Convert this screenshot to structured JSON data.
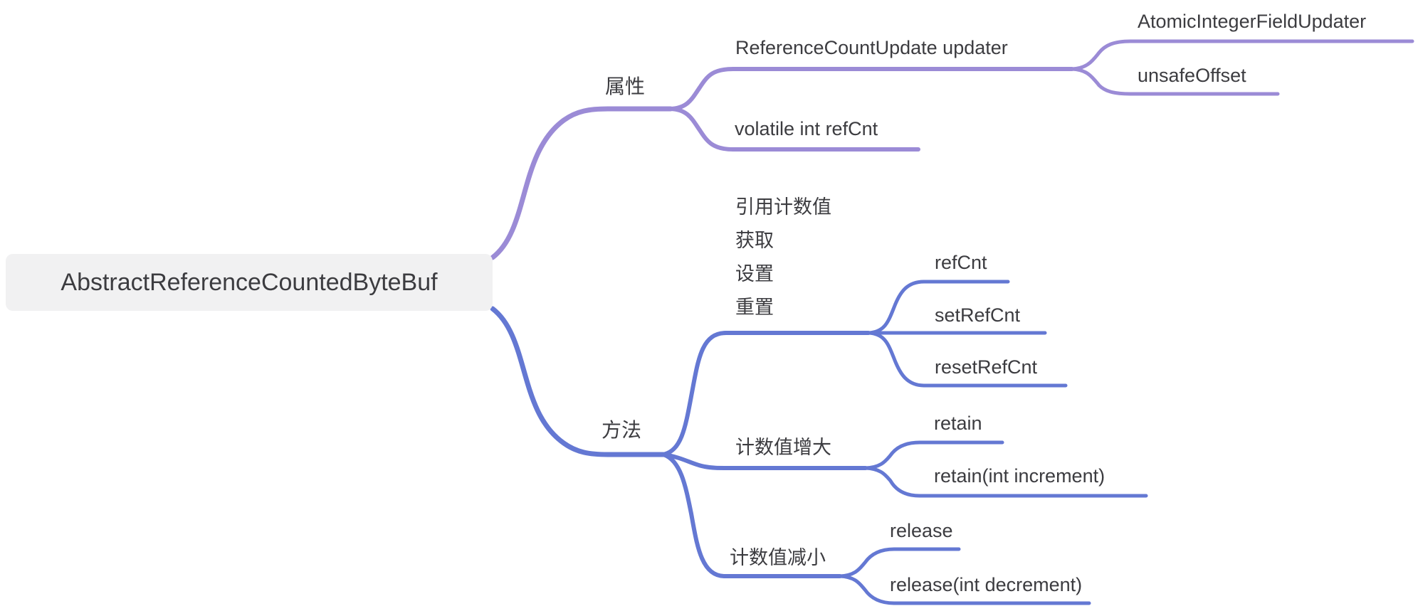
{
  "colors": {
    "branch-purple": "#9b8bd6",
    "branch-blue": "#6478d3",
    "text-color": "#3c3c40",
    "root-bg": "#f1f1f2"
  },
  "root": {
    "label": "AbstractReferenceCountedByteBuf"
  },
  "branches": [
    {
      "id": "properties",
      "label": "属性",
      "children": [
        {
          "label": "ReferenceCountUpdate updater",
          "children": [
            {
              "label": "AtomicIntegerFieldUpdater"
            },
            {
              "label": "unsafeOffset"
            }
          ]
        },
        {
          "label": "volatile int refCnt"
        }
      ]
    },
    {
      "id": "methods",
      "label": "方法",
      "children": [
        {
          "label_lines": [
            "引用计数值",
            "获取",
            "设置",
            "重置"
          ],
          "children": [
            {
              "label": "refCnt"
            },
            {
              "label": "setRefCnt"
            },
            {
              "label": "resetRefCnt"
            }
          ]
        },
        {
          "label": "计数值增大",
          "children": [
            {
              "label": "retain"
            },
            {
              "label": "retain(int increment)"
            }
          ]
        },
        {
          "label": "计数值减小",
          "children": [
            {
              "label": "release"
            },
            {
              "label": "release(int decrement)"
            }
          ]
        }
      ]
    }
  ]
}
